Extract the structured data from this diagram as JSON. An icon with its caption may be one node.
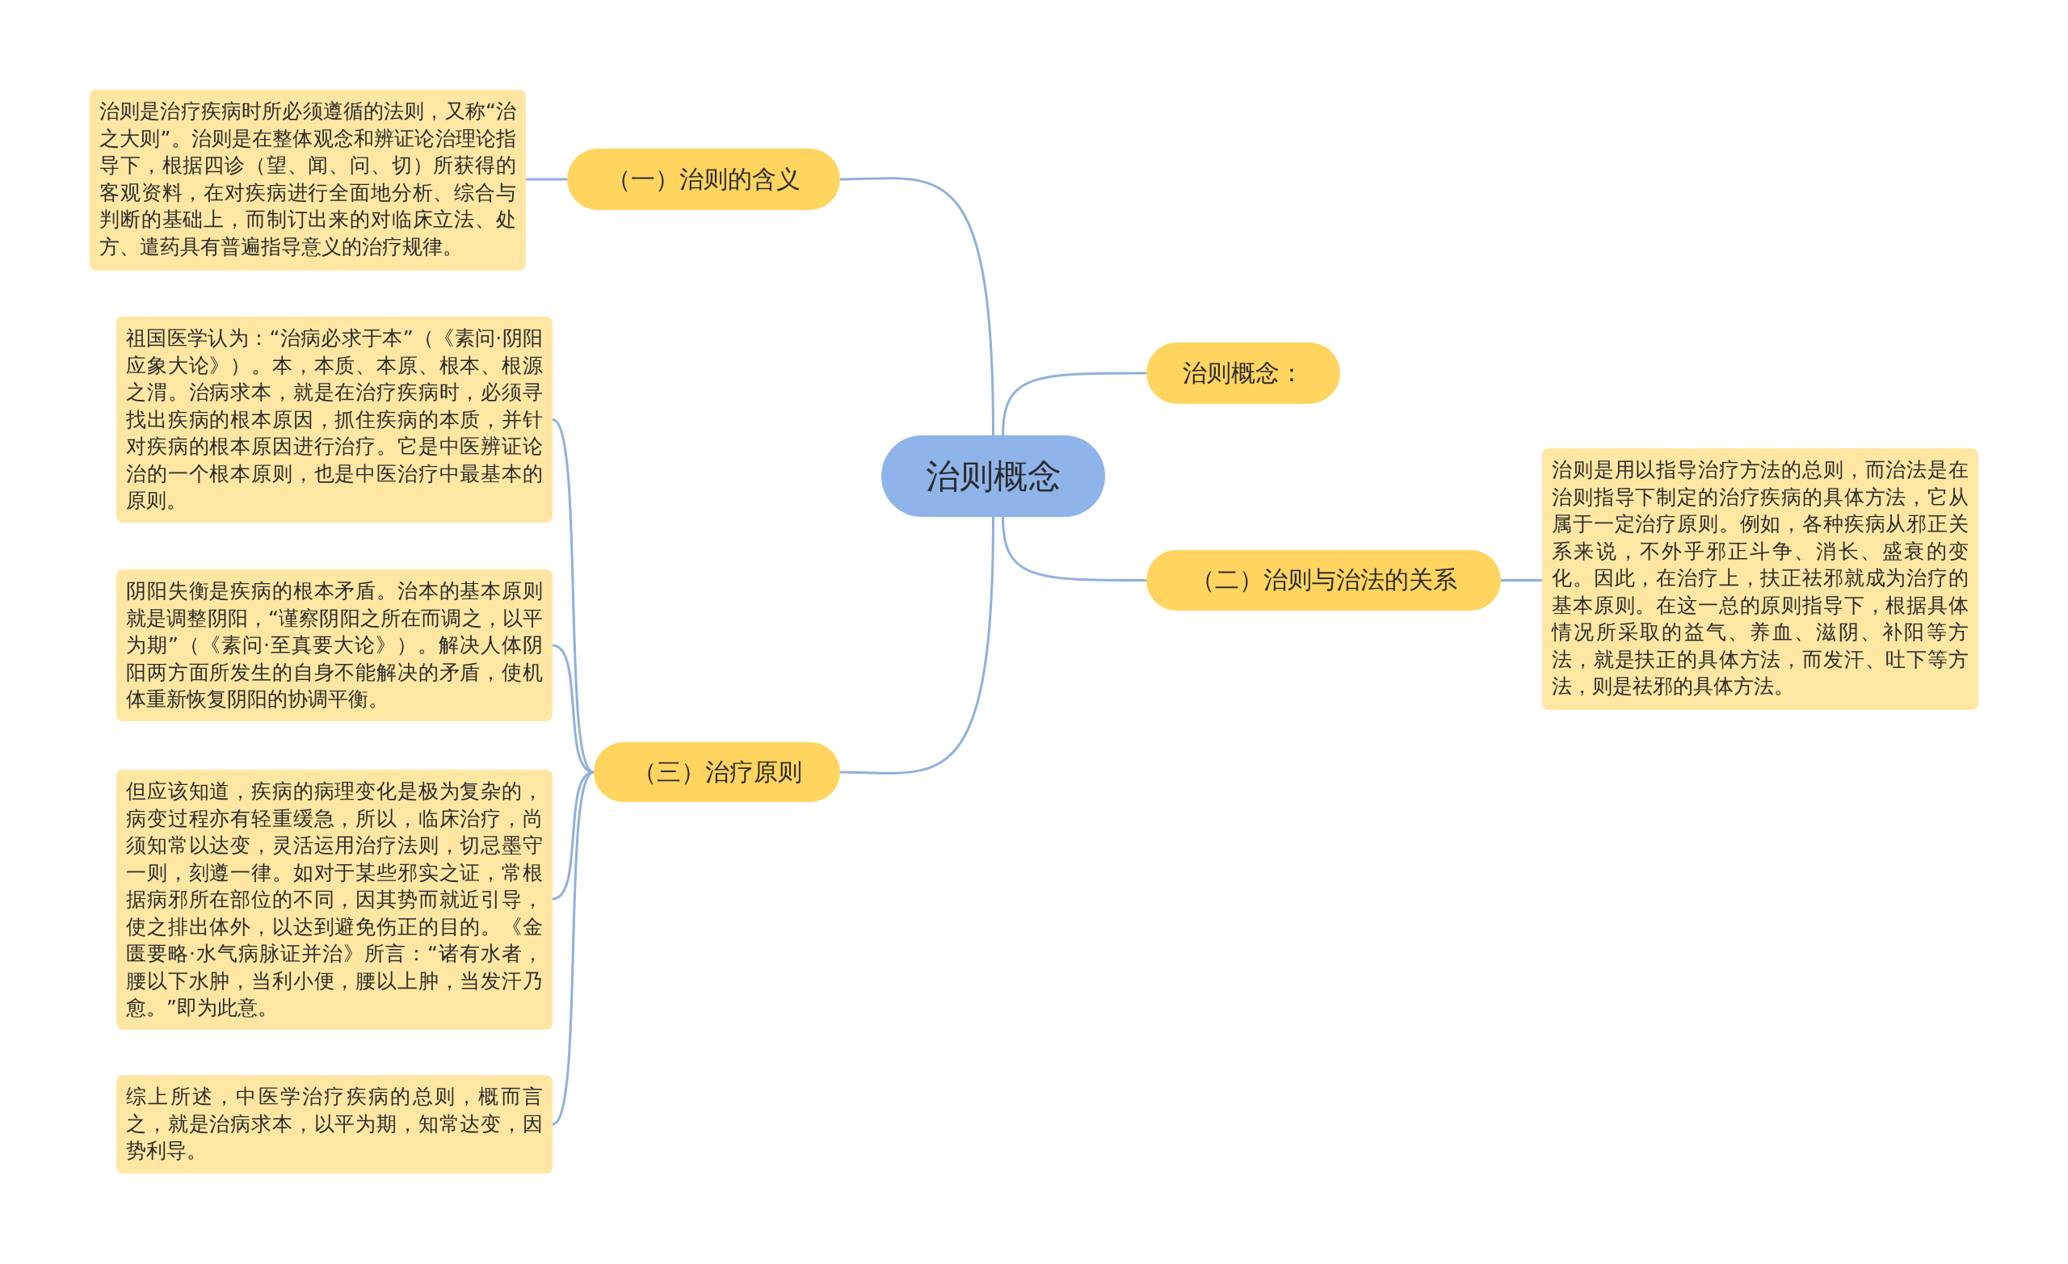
{
  "diagram": {
    "nodes": [
      {
        "text": [
          "治则概念"
        ]
      },
      {
        "text": [
          "（一）治则的含义"
        ]
      },
      {
        "text": [
          "治则是治疗疾病时所必须遵循的法则，又称“治之大则”。治则是在整体观念和辨证论治理论指导下，根据四诊（望、闻、问、切）所获得的客观资料，在对疾病进行全面地分析、综合与判断的基础上，而制订出来的对临床立法、处方、遣药具有普遍指导意义的治疗规律。"
        ]
      },
      {
        "text": [
          "治则概念："
        ]
      },
      {
        "text": [
          "（二）治则与治法的关系"
        ]
      },
      {
        "text": [
          "治则是用以指导治疗方法的总则，而治法是在治则指导下制定的治疗疾病的具体方法，它从属于一定治疗原则。例如，各种疾病从邪正关系来说，不外乎邪正斗争、消长、盛衰的变化。因此，在治疗上，扶正祛邪就成为治疗的基本原则。在这一总的原则指导下，根据具体情况所采取的益气、养血、滋阴、补阳等方法，就是扶正的具体方法，而发汗、吐下等方法，则是祛邪的具体方法。"
        ]
      },
      {
        "text": [
          "（三）治疗原则"
        ]
      },
      {
        "text": [
          "祖国医学认为：“治病必求于本”（《素问·阴阳应象大论》）。本，本质、本原、根本、根源之渭。治病求本，就是在治疗疾病时，必须寻找出疾病的根本原因，抓住疾病的本质，并针对疾病的根本原因进行治疗。它是中医辨证论治的一个根本原则，也是中医治疗中最基本的原则。"
        ]
      },
      {
        "text": [
          "阴阳失衡是疾病的根本矛盾。治本的基本原则就是调整阴阳，“谨察阴阳之所在而调之，以平为期”（《素问·至真要大论》）。解决人体阴阳两方面所发生的自身不能解决的矛盾，使机体重新恢复阴阳的协调平衡。"
        ]
      },
      {
        "text": [
          "但应该知道，疾病的病理变化是极为复杂的，病变过程亦有轻重缓急，所以，临床治疗，尚须知常以达变，灵活运用治疗法则，切忌墨守一则，刻遵一律。如对于某些邪实之证，常根据病邪所在部位的不同，因其势而就近引导，使之排出体外，以达到避免伤正的目的。《金匮要略·水气病脉证并治》所言：“诸有水者，腰以下水肿，当利小便，腰以上肿，当发汗乃愈。”即为此意。"
        ]
      },
      {
        "text": [
          "综上所述，中医学治疗疾病的总则，概而言之，就是治病求本，以平为期，知常达变，因势利导。"
        ]
      }
    ],
    "edges": [
      {
        "from": 0,
        "to": 1,
        "arrow": "none"
      },
      {
        "from": 1,
        "to": 2,
        "arrow": "none"
      },
      {
        "from": 0,
        "to": 3,
        "arrow": "none"
      },
      {
        "from": 0,
        "to": 4,
        "arrow": "none"
      },
      {
        "from": 4,
        "to": 5,
        "arrow": "none"
      },
      {
        "from": 0,
        "to": 6,
        "arrow": "none"
      },
      {
        "from": 6,
        "to": 7,
        "arrow": "none"
      },
      {
        "from": 6,
        "to": 8,
        "arrow": "none"
      },
      {
        "from": 6,
        "to": 9,
        "arrow": "none"
      },
      {
        "from": 6,
        "to": 10,
        "arrow": "none"
      }
    ]
  }
}
